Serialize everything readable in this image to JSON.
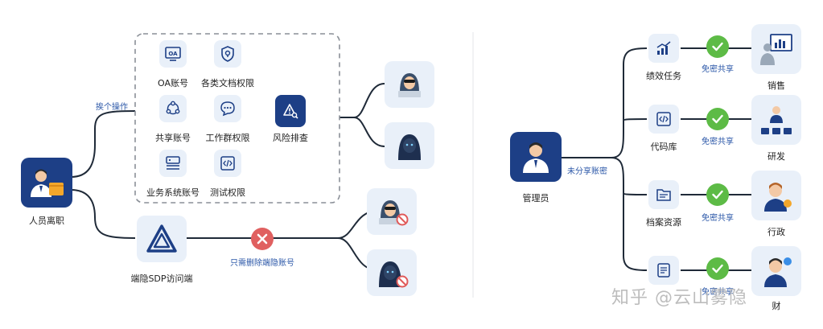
{
  "left": {
    "person_label": "人员离职",
    "edge_label_ops": "挨个操作",
    "items": {
      "oa": "OA账号",
      "docs": "各类文档权限",
      "share": "共享账号",
      "workgroup": "工作群权限",
      "risk": "风险排查",
      "biz": "业务系统账号",
      "test": "测试权限"
    },
    "sdp_label": "端隐SDP访问端",
    "delete_label": "只需删除端隐账号",
    "oa_icon_text": "OA"
  },
  "right": {
    "admin_label": "管理员",
    "edge_label": "未分享账密",
    "rows": [
      {
        "resource": "绩效任务",
        "status": "免密共享",
        "dept": "销售"
      },
      {
        "resource": "代码库",
        "status": "免密共享",
        "dept": "研发"
      },
      {
        "resource": "档案资源",
        "status": "免密共享",
        "dept": "行政"
      },
      {
        "resource": "",
        "status": "免密共享",
        "dept": "财"
      }
    ]
  },
  "watermark": "知乎 @云山雾隐",
  "colors": {
    "navy": "#1d3f86",
    "green": "#5dbb46",
    "red": "#e06060",
    "tile": "#e9f0f9",
    "blue_text": "#2b57a8"
  }
}
